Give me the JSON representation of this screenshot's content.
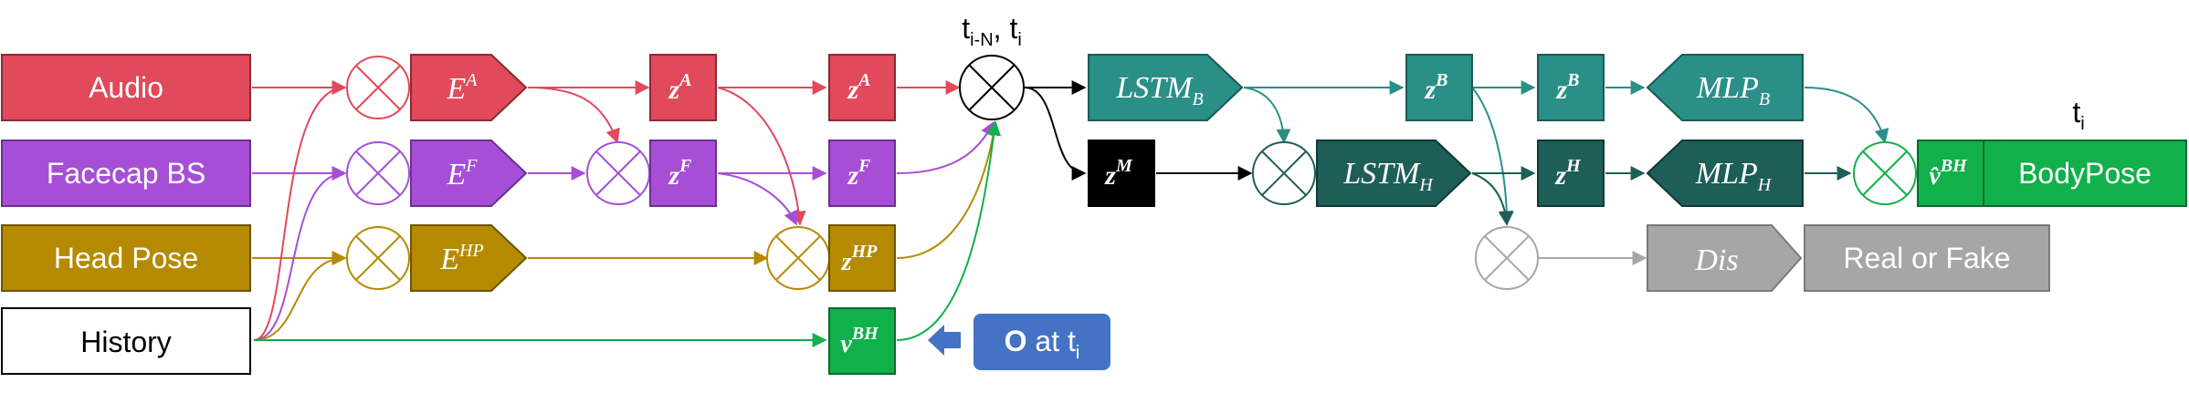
{
  "colors": {
    "audio": "#e04a5a",
    "facecap": "#a64fd6",
    "headpose": "#b58a00",
    "history_border": "#000000",
    "teal": "#2a8f87",
    "dark_teal": "#1d5e57",
    "green": "#10b04a",
    "grey": "#a6a6a6",
    "blue": "#4472c4",
    "black": "#000000"
  },
  "inputs": {
    "audio": "Audio",
    "facecap": "Facecap BS",
    "headpose": "Head Pose",
    "history": "History"
  },
  "encoders": {
    "audio": {
      "base": "E",
      "sup": "A"
    },
    "facecap": {
      "base": "E",
      "sup": "F"
    },
    "headpose": {
      "base": "E",
      "sup": "HP"
    }
  },
  "latents": {
    "za": {
      "base": "z",
      "sup": "A"
    },
    "zf": {
      "base": "z",
      "sup": "F"
    },
    "zhp": {
      "base": "z",
      "sup": "HP"
    },
    "vbh": {
      "base": "v",
      "sup": "BH"
    },
    "zm": {
      "base": "z",
      "sup": "M"
    },
    "zb": {
      "base": "z",
      "sup": "B"
    },
    "zh": {
      "base": "z",
      "sup": "H"
    },
    "vhat": {
      "base": "v̂",
      "sup": "BH"
    }
  },
  "networks": {
    "lstm_b": {
      "base": "LSTM",
      "sub": "B"
    },
    "lstm_h": {
      "base": "LSTM",
      "sub": "H"
    },
    "mlp_b": {
      "base": "MLP",
      "sub": "B"
    },
    "mlp_h": {
      "base": "MLP",
      "sub": "H"
    },
    "dis": "Dis"
  },
  "outputs": {
    "bodypose": "BodyPose",
    "real_fake": "Real or Fake"
  },
  "time_labels": {
    "window_a": "t",
    "window_a_sub": "i-N",
    "window_sep": ", ",
    "window_b": "t",
    "window_b_sub": "i",
    "out_t": "t",
    "out_t_sub": "i"
  },
  "callout": {
    "prefix": "O",
    "middle": " at t",
    "sub": "i"
  }
}
